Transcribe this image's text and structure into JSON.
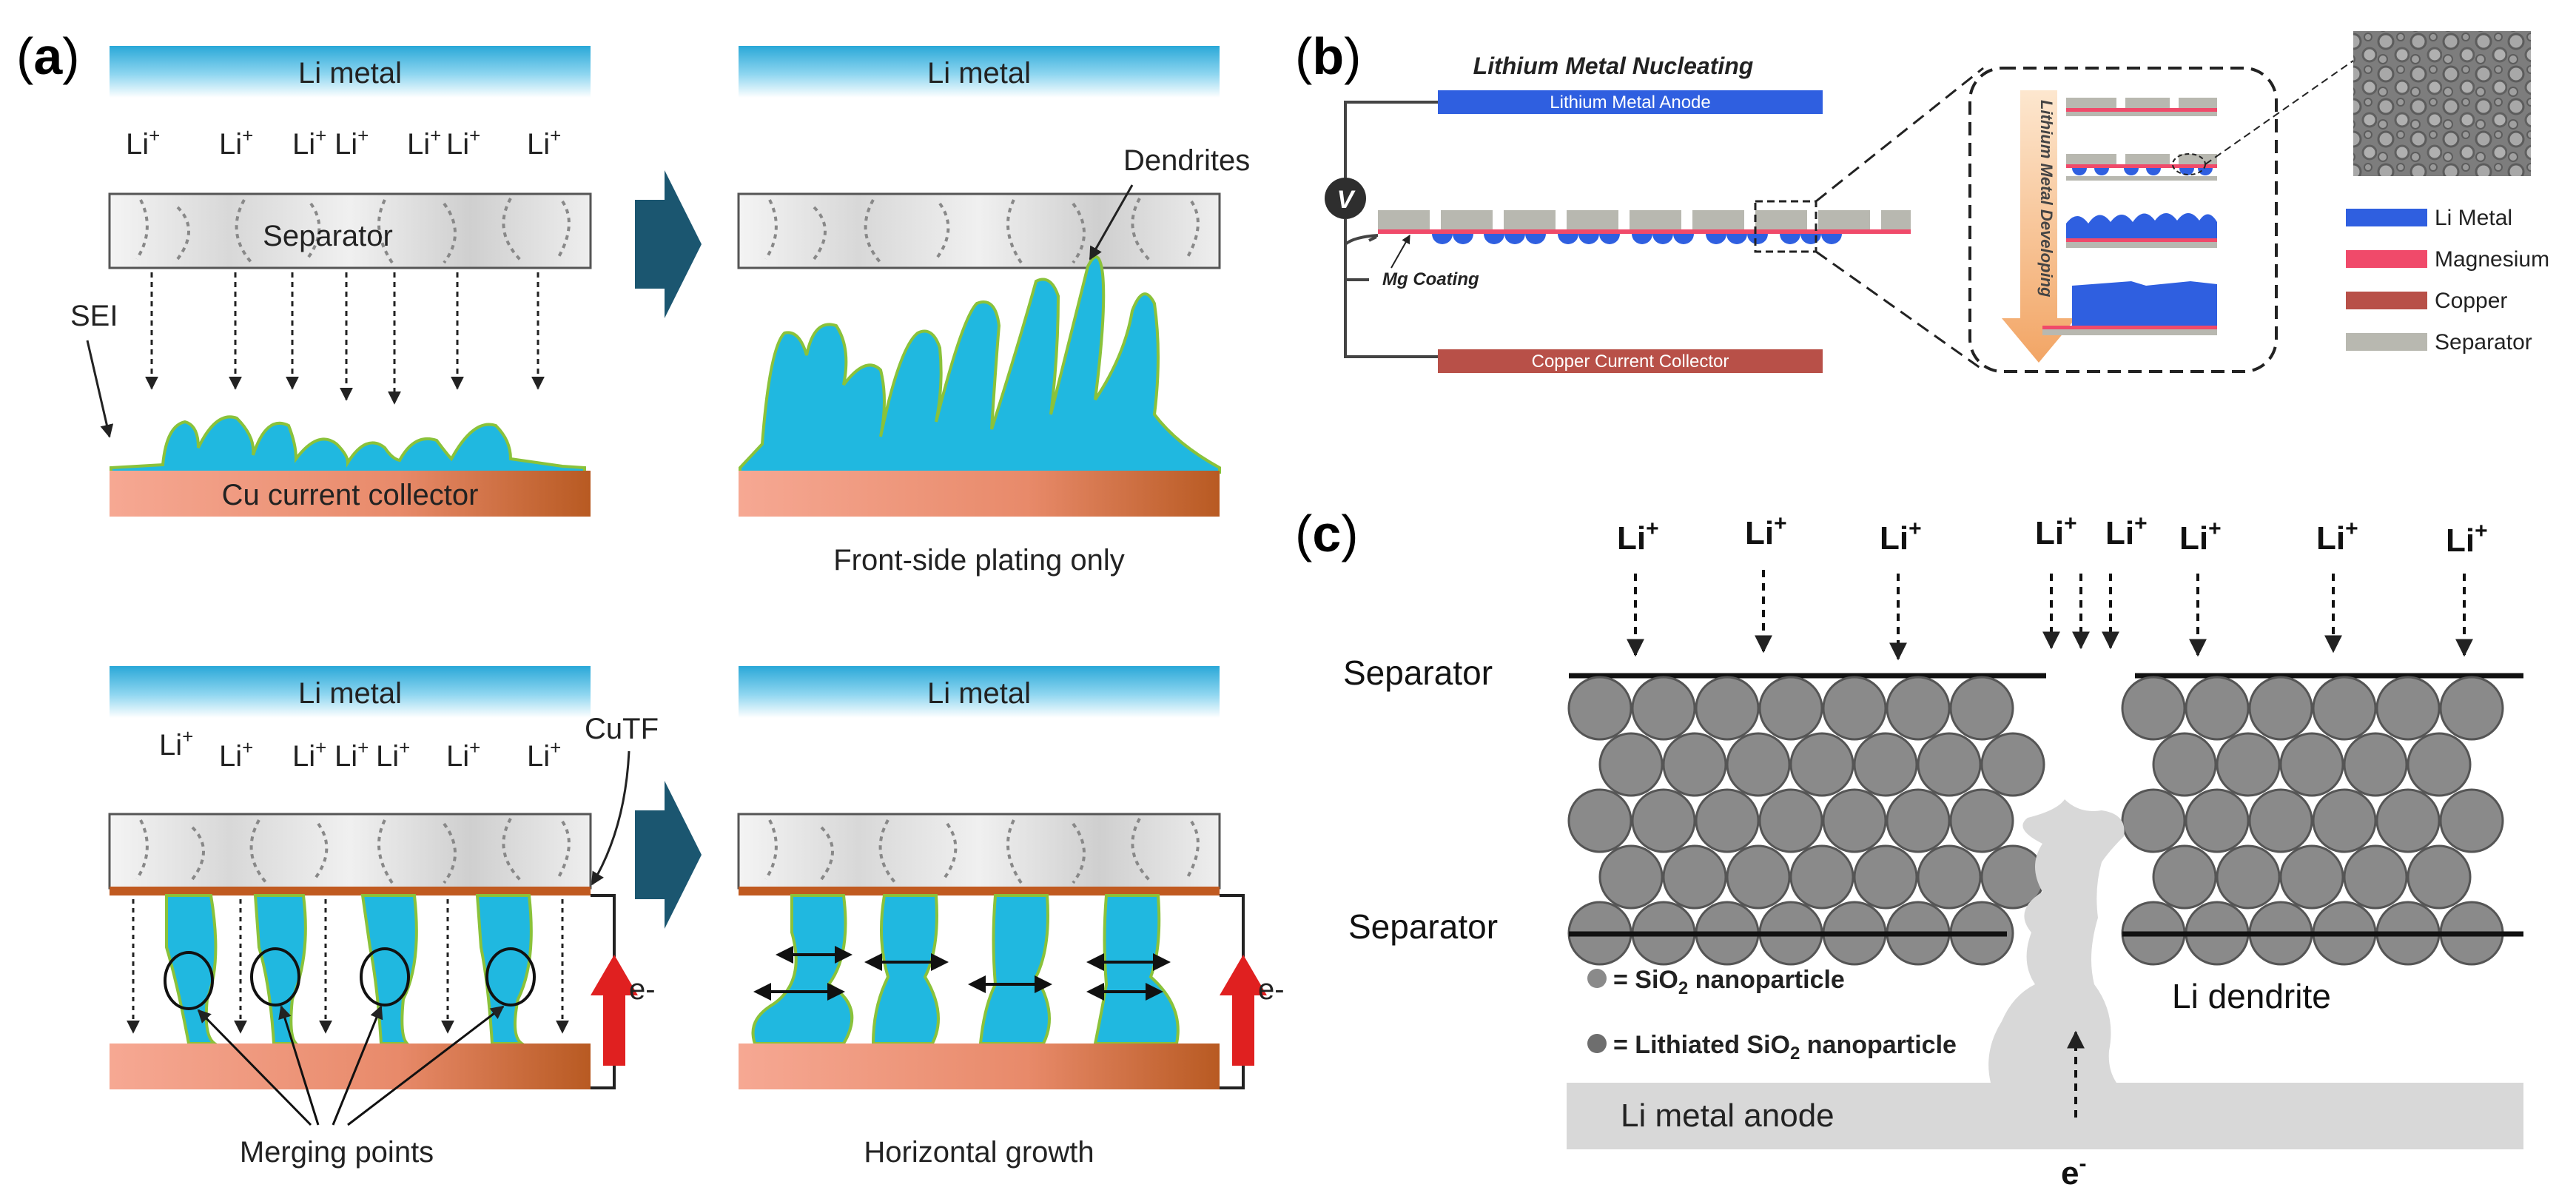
{
  "panel_a": {
    "label_open": "(",
    "label_letter": "a",
    "label_close": ")",
    "li_metal": "Li metal",
    "li_ion": "Li",
    "sup_plus": "+",
    "separator": "Separator",
    "dendrites": "Dendrites",
    "sei": "SEI",
    "cu_collector": "Cu current collector",
    "front_side": "Front-side plating only",
    "cutf": "CuTF",
    "electron": "e-",
    "merging": "Merging points",
    "horizontal": "Horizontal growth"
  },
  "panel_b": {
    "label_open": "(",
    "label_letter": "b",
    "label_close": ")",
    "title": "Lithium Metal Nucleating",
    "anode": "Lithium Metal Anode",
    "voltmeter": "V",
    "mg_coating": "Mg Coating",
    "collector": "Copper Current Collector",
    "developing": "Lithium Metal Developing",
    "legend": [
      {
        "label": "Li Metal",
        "color": "#2f5fe0"
      },
      {
        "label": "Magnesium",
        "color": "#f04a6a"
      },
      {
        "label": "Copper",
        "color": "#b85048"
      },
      {
        "label": "Separator",
        "color": "#b8b8b0"
      }
    ]
  },
  "panel_c": {
    "label_open": "(",
    "label_letter": "c",
    "label_close": ")",
    "li_ion": "Li",
    "sup_plus": "+",
    "separator_top": "Separator",
    "separator_bottom": "Separator",
    "legend_1_prefix": "= SiO",
    "legend_1_sub": "2",
    "legend_1_suffix": " nanoparticle",
    "legend_2_prefix": "= Lithiated SiO",
    "legend_2_sub": "2",
    "legend_2_suffix": " nanoparticle",
    "li_dendrite": "Li dendrite",
    "anode": "Li metal anode",
    "electron": "e",
    "electron_sup": "-"
  },
  "colors": {
    "li_metal_bar": "#2ab0e0",
    "li_deposit": "#20b8e0",
    "deposit_edge": "#8ac23a",
    "cu_collector": "#e8907a",
    "cutf": "#c05a20",
    "arrow_big": "#1b5670",
    "electron_arrow": "#e02020",
    "nanoparticle": "#8a8a8a",
    "anode_c": "#d8d8d8"
  }
}
